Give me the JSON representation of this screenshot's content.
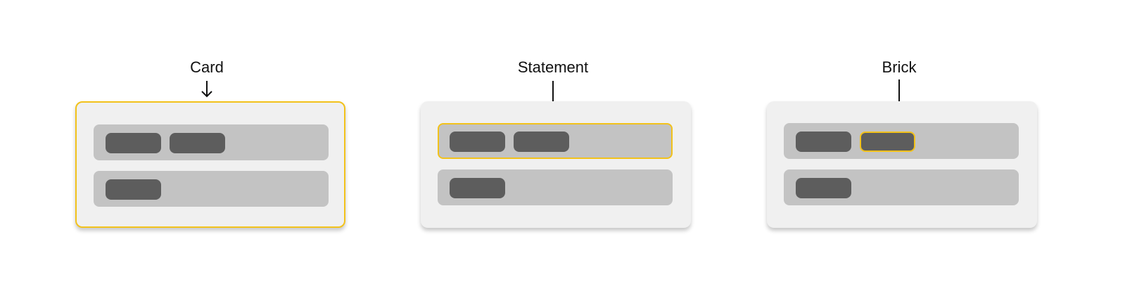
{
  "panels": [
    {
      "id": "card",
      "label": "Card",
      "highlight": "card"
    },
    {
      "id": "statement",
      "label": "Statement",
      "highlight": "statement"
    },
    {
      "id": "brick",
      "label": "Brick",
      "highlight": "brick"
    }
  ],
  "colors": {
    "highlight": "#f2c21b",
    "card_background": "#f0f0f0",
    "statement_background": "#c3c3c3",
    "brick_background": "#5d5d5d",
    "label_text": "#111111"
  }
}
